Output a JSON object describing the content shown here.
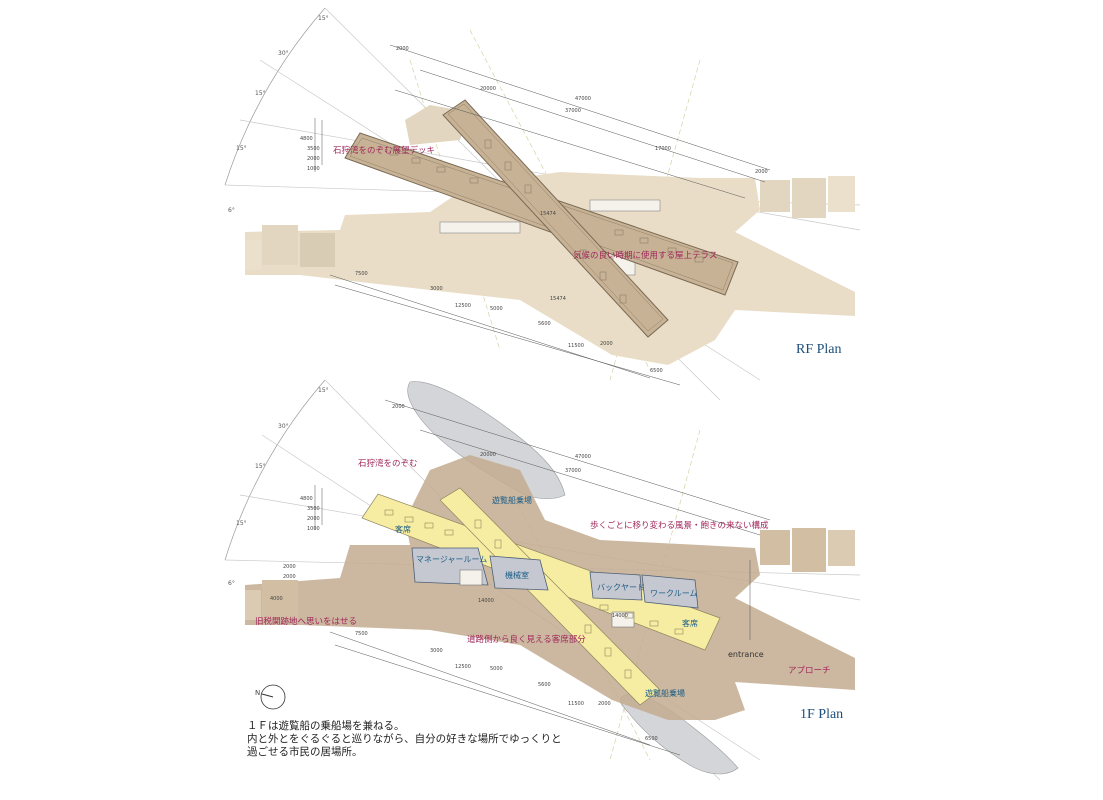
{
  "colors": {
    "ground": "#e9ddc7",
    "deck": "#c7b295",
    "deck_1f": "#c3ab8f",
    "seats": "#f7eda2",
    "room": "#c5c8d0",
    "boat": "#d3d5d8",
    "magenta": "#a0265a",
    "blue_label": "#1a5d86",
    "title_blue": "#1d4f7a"
  },
  "rf_plan": {
    "title": "RF Plan",
    "labels": {
      "deck_view": "石狩湾をのぞむ展望デッキ",
      "roof_terrace": "気候の良い時期に使用する屋上テラス"
    },
    "angles": [
      "15°",
      "30°",
      "15°",
      "15°",
      "6°"
    ],
    "dims_top": [
      "2000",
      "20000",
      "47000",
      "37000",
      "17000",
      "2000"
    ],
    "dims_left": [
      "4800",
      "3500",
      "2000",
      "1000"
    ],
    "dims_bottom": [
      "7500",
      "3000",
      "12500",
      "5000",
      "5600",
      "11500",
      "2000",
      "6500"
    ],
    "dims_inner": [
      "15474",
      "15474"
    ]
  },
  "f1_plan": {
    "title": "1F Plan",
    "labels": {
      "view_bay": "石狩湾をのぞむ",
      "boarding_top": "遊覧船乗場",
      "every_step": "歩くごとに移り変わる風景・飽きの来ない構成",
      "seats_top": "客席",
      "manager_room": "マネージャールーム",
      "machine_room": "機械室",
      "backyard": "バックヤード",
      "work_room": "ワークルーム",
      "seats_bottom": "客席",
      "old_customs": "旧税関跡地へ思いをはせる",
      "visible_seats": "道路側から良く見える客席部分",
      "entrance": "entrance",
      "approach": "アプローチ",
      "boarding_bottom": "遊覧船乗場"
    },
    "angles": [
      "15°",
      "30°",
      "15°",
      "15°",
      "6°"
    ],
    "dims_top": [
      "2000",
      "20000",
      "47000",
      "37000"
    ],
    "dims_left": [
      "4800",
      "3500",
      "2000",
      "1000"
    ],
    "dims_side": [
      "2000",
      "2000",
      "4000"
    ],
    "dims_bottom": [
      "7500",
      "3000",
      "12500",
      "5000",
      "5600",
      "11500",
      "2000",
      "6500"
    ],
    "dims_inner": [
      "14000",
      "14000"
    ],
    "north_label": "N"
  },
  "description": [
    "１Ｆは遊覧船の乗船場を兼ねる。",
    "内と外とをぐるぐると巡りながら、自分の好きな場所でゆっくりと",
    "過ごせる市民の居場所。"
  ]
}
